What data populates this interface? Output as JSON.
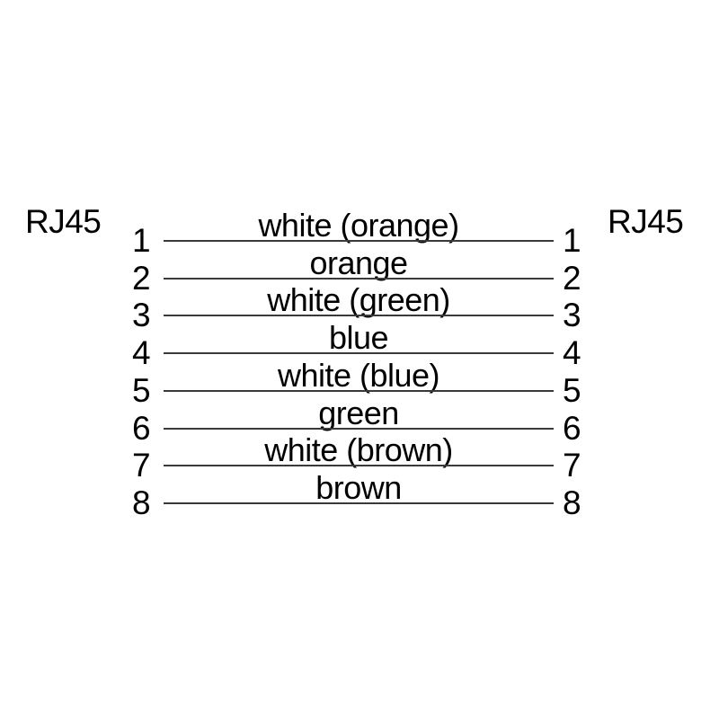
{
  "diagram": {
    "type": "cable-pinout",
    "left_connector": {
      "label": "RJ45"
    },
    "right_connector": {
      "label": "RJ45"
    },
    "wires": [
      {
        "left_pin": "1",
        "right_pin": "1",
        "color_label": "white (orange)"
      },
      {
        "left_pin": "2",
        "right_pin": "2",
        "color_label": "orange"
      },
      {
        "left_pin": "3",
        "right_pin": "3",
        "color_label": "white (green)"
      },
      {
        "left_pin": "4",
        "right_pin": "4",
        "color_label": "blue"
      },
      {
        "left_pin": "5",
        "right_pin": "5",
        "color_label": "white (blue)"
      },
      {
        "left_pin": "6",
        "right_pin": "6",
        "color_label": "green"
      },
      {
        "left_pin": "7",
        "right_pin": "7",
        "color_label": "white (brown)"
      },
      {
        "left_pin": "8",
        "right_pin": "8",
        "color_label": "brown"
      }
    ],
    "colors": {
      "text": "#000000",
      "wire_line": "#3a3a3a",
      "background": "#ffffff"
    }
  }
}
